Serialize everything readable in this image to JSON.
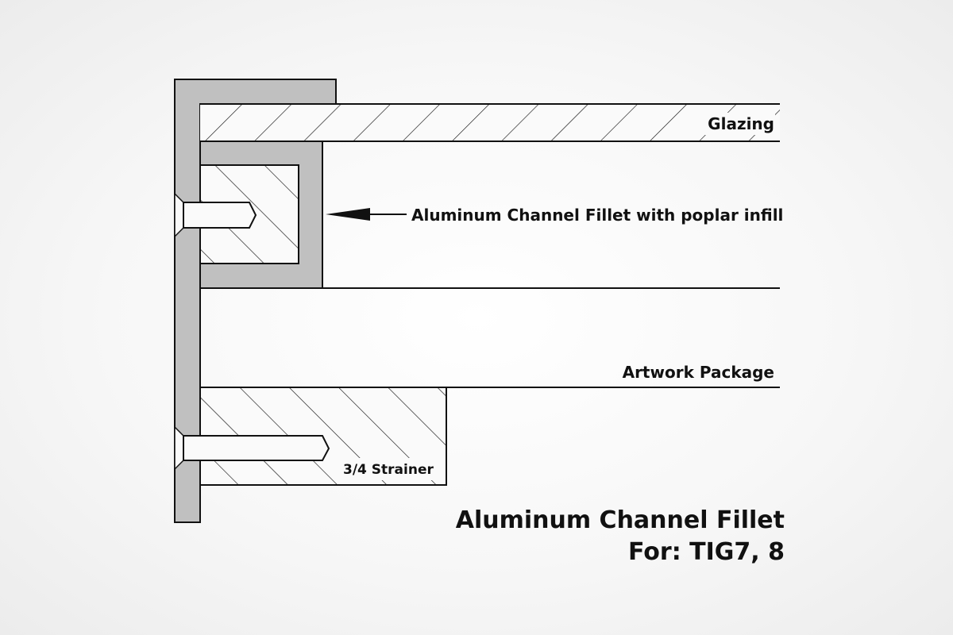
{
  "labels": {
    "glazing": "Glazing",
    "channel_fillet": "Aluminum Channel Fillet with poplar infill",
    "artwork_package": "Artwork Package",
    "strainer": "3/4 Strainer"
  },
  "title": {
    "line1": "Aluminum Channel Fillet",
    "line2": "For: TIG7, 8"
  },
  "colors": {
    "metal": "#c0c0c0",
    "stroke": "#111111"
  }
}
